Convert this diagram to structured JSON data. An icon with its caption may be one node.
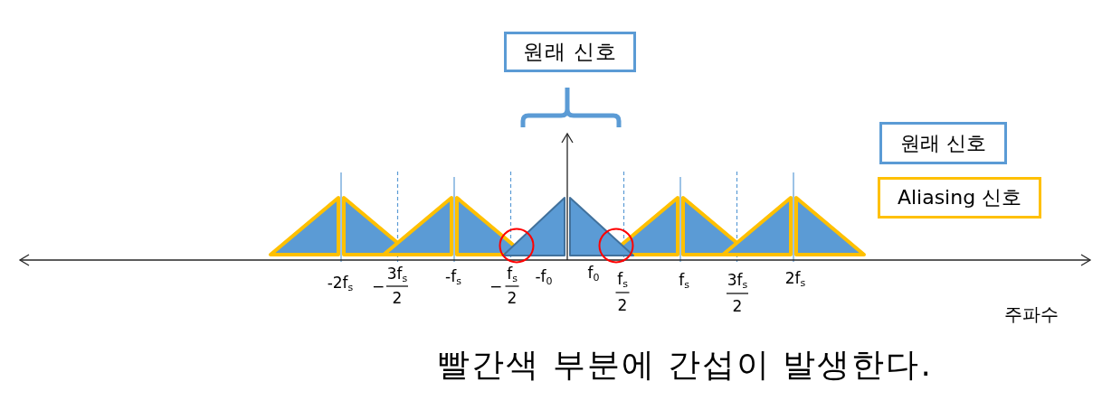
{
  "diagram": {
    "caption": "빨간색 부분에 간섭이 발생한다.",
    "nodes": [
      {
        "text": [
          "원래 신호"
        ]
      }
    ],
    "labels": [
      "-2f$_{s}$",
      "−",
      "3f$_{s}$",
      "2",
      "-f$_{s}$",
      "−",
      "f$_{s}$",
      "2",
      "-f$_{0}$",
      "f$_{0}$",
      "f$_{s}$",
      "2",
      "f$_{s}$",
      "3f$_{s}$",
      "2",
      "2f$_{s}$",
      "주파수"
    ],
    "legend": [
      {
        "text": "원래 신호",
        "color": "#5b9bd5"
      },
      {
        "text": "Aliasing 신호",
        "color": "#ffc000"
      }
    ]
  }
}
